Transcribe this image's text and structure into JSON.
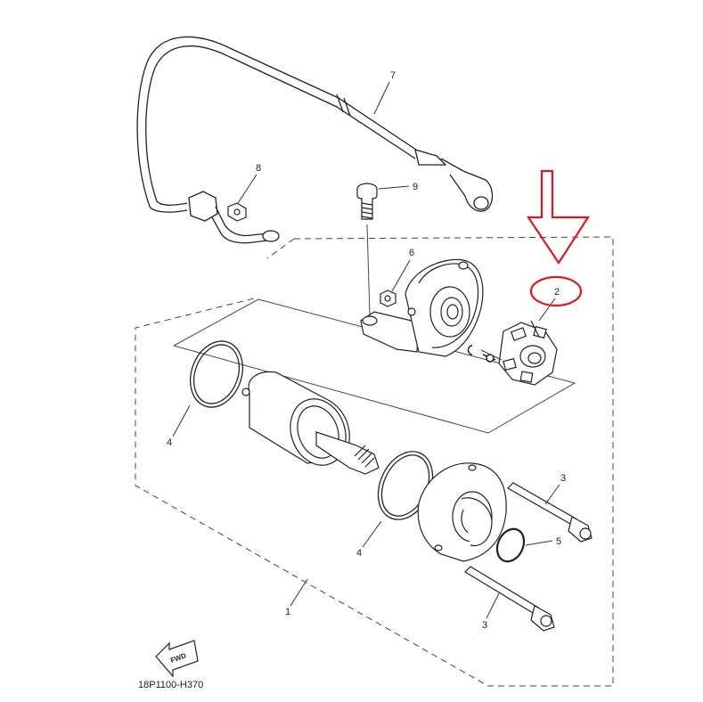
{
  "diagram": {
    "callouts": {
      "p1": "1",
      "p2": "2",
      "p3a": "3",
      "p3b": "3",
      "p4a": "4",
      "p4b": "4",
      "p5": "5",
      "p6": "6",
      "p7": "7",
      "p8": "8",
      "p9": "9"
    },
    "fwd_label": "FWD",
    "diagram_code": "18P1100-H370",
    "highlight_color": "#e0161e",
    "line_color": "#222222"
  }
}
